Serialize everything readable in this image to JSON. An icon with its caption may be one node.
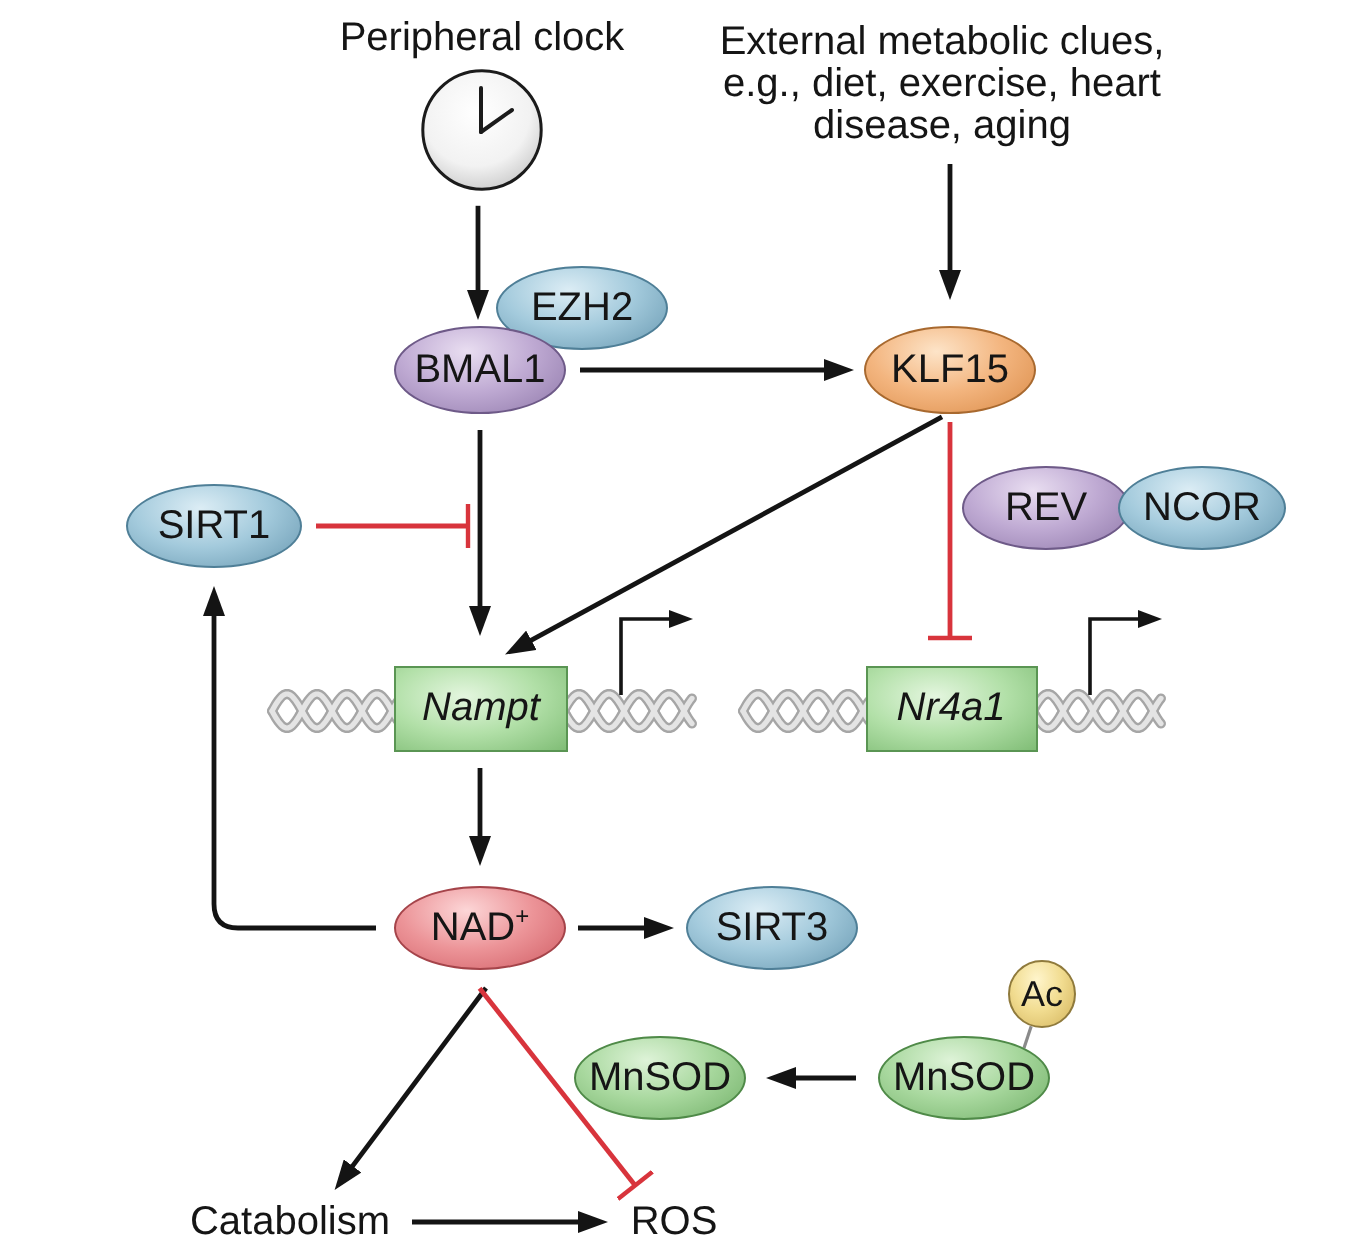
{
  "diagram": {
    "nodes": [
      {
        "text": [
          "Peripheral clock"
        ]
      },
      {
        "text": [
          "External metabolic clues, e.g., diet, exercise, heart disease, aging"
        ]
      },
      {
        "text": [
          "EZH2"
        ]
      },
      {
        "text": [
          "BMAL1"
        ]
      },
      {
        "text": [
          "KLF15"
        ]
      },
      {
        "text": [
          "SIRT1"
        ]
      },
      {
        "text": [
          "REV"
        ]
      },
      {
        "text": [
          "NCOR"
        ]
      },
      {
        "text": [
          "Nampt"
        ]
      },
      {
        "text": [
          "Nr4a1"
        ]
      },
      {
        "text": [
          "NAD$^{+}$"
        ]
      },
      {
        "text": [
          "SIRT3"
        ]
      },
      {
        "text": [
          "MnSOD"
        ]
      },
      {
        "text": [
          "MnSOD"
        ]
      },
      {
        "text": [
          "Ac"
        ]
      },
      {
        "text": [
          "Catabolism"
        ]
      },
      {
        "text": [
          "ROS"
        ]
      }
    ],
    "edges": [
      {
        "from": 0,
        "to": 3,
        "arrow": "to"
      },
      {
        "from": 1,
        "to": 4,
        "arrow": "to"
      },
      {
        "from": 3,
        "to": 4,
        "arrow": "to"
      },
      {
        "from": 3,
        "to": 8,
        "arrow": "to"
      },
      {
        "from": 4,
        "to": 8,
        "arrow": "to"
      },
      {
        "from": 5,
        "to": null,
        "arrow": "other",
        "color": "#d8343c"
      },
      {
        "from": 4,
        "to": 9,
        "arrow": "other",
        "color": "#d8343c"
      },
      {
        "from": 8,
        "to": 10,
        "arrow": "to"
      },
      {
        "from": 10,
        "to": 5,
        "arrow": "to"
      },
      {
        "from": 10,
        "to": 11,
        "arrow": "to"
      },
      {
        "from": 10,
        "to": 15,
        "arrow": "to"
      },
      {
        "from": 10,
        "to": 16,
        "arrow": "other",
        "color": "#d8343c"
      },
      {
        "from": 15,
        "to": 16,
        "arrow": "to"
      },
      {
        "from": 13,
        "to": 12,
        "arrow": "to"
      },
      {
        "from": 14,
        "to": 13,
        "arrow": "none",
        "color": "#8a8a8a"
      }
    ]
  }
}
